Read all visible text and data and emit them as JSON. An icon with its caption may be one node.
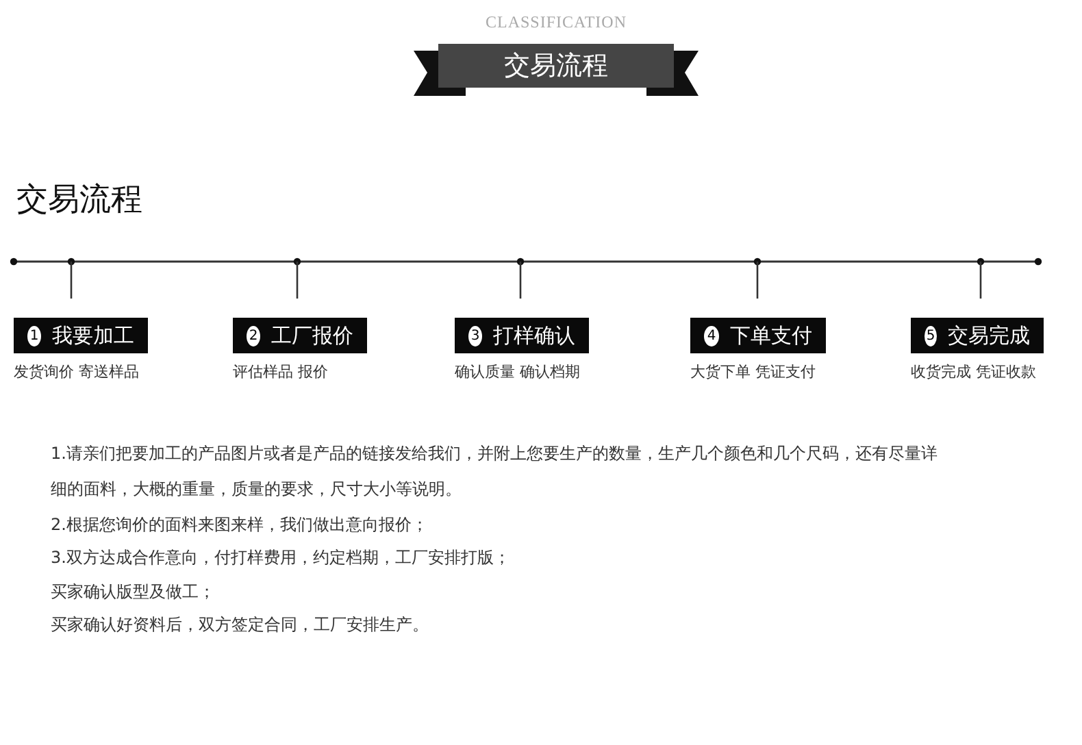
{
  "diagram": {
    "nodes": [
      {
        "text": [
          "交易流程"
        ]
      },
      {
        "text": [
          "1",
          "我要加工"
        ],
        "beside": [
          "发货询价 寄送样品"
        ]
      },
      {
        "text": [
          "2",
          "工厂报价"
        ],
        "beside": [
          "评估样品 报价"
        ]
      },
      {
        "text": [
          "3",
          "打样确认"
        ],
        "beside": [
          "确认质量 确认档期"
        ]
      },
      {
        "text": [
          "4",
          "下单支付"
        ],
        "beside": [
          "大货下单 凭证支付"
        ]
      },
      {
        "text": [
          "5",
          "交易完成"
        ],
        "beside": [
          "收货完成 凭证收款"
        ]
      }
    ],
    "labels": [
      "CLASSIFICATION",
      "交易流程",
      "1.请亲们把要加工的产品图片或者是产品的链接发给我们，并附上您要生产的数量，生产几个颜色和几个尺码，还有尽量详细的面料，大概的重量，质量的要求，尺寸大小等说明。",
      "2.根据您询价的面料来图来样，我们做出意向报价；",
      "3.双方达成合作意向，付打样费用，约定档期，工厂安排打版；",
      "买家确认版型及做工；",
      "买家确认好资料后，双方签定合同，工厂安排生产。"
    ]
  }
}
